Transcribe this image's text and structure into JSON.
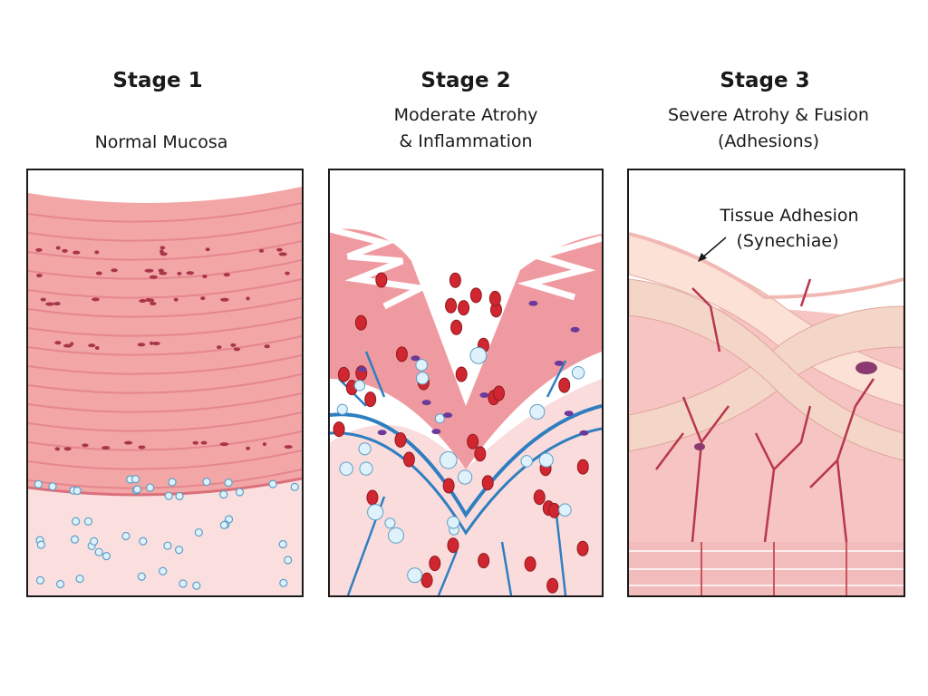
{
  "stages": [
    {
      "title": "Stage 1",
      "subtitle_lines": [
        "Normal Mucosa"
      ]
    },
    {
      "title": "Stage 2",
      "subtitle_lines": [
        "Moderate Atrohy",
        "& Inflammation"
      ]
    },
    {
      "title": "Stage 3",
      "subtitle_lines": [
        "Severe Atrohy & Fusion",
        "(Adhesions)"
      ]
    }
  ],
  "annotation": {
    "lines": [
      "Tissue Adhesion",
      "(Synechiae)"
    ]
  },
  "colors": {
    "tissue": "#f2a6a6",
    "tissue_dark": "#d9707a",
    "vessel_blue": "#2f7fc0",
    "blood_red": "#d0262f",
    "cell_blue": "#bfe3f5",
    "fibrous": "#f4d6c8"
  }
}
